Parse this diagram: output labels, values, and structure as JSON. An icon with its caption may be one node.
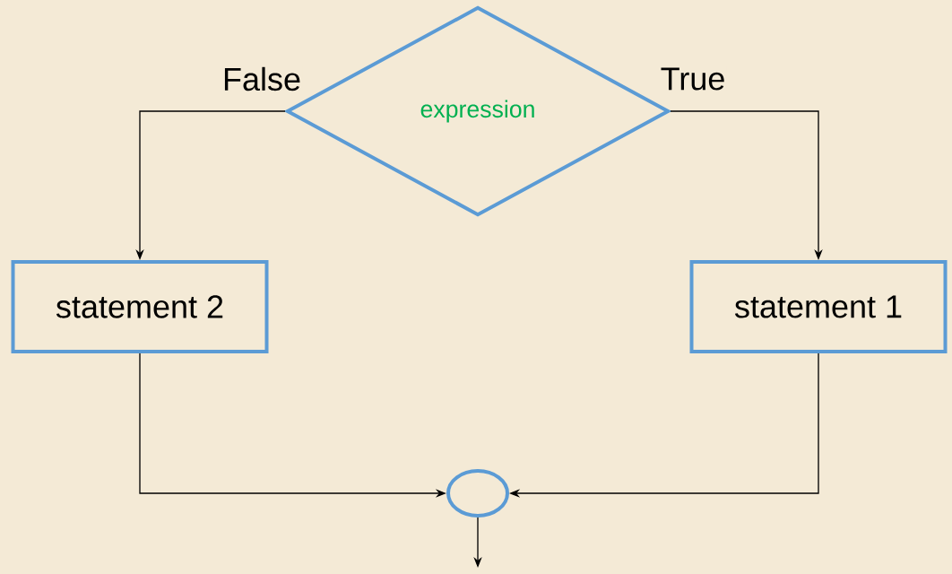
{
  "diagram": {
    "nodes": [
      {
        "text": [
          "expression"
        ]
      },
      {
        "text": [
          "statement 2"
        ]
      },
      {
        "text": [
          "statement 1"
        ]
      },
      {
        "text": [],
        "shape": "circle"
      }
    ],
    "edges": [
      {
        "from": 0,
        "to": 1,
        "arrow": "to",
        "label": "False"
      },
      {
        "from": 0,
        "to": 2,
        "arrow": "to",
        "label": "True"
      },
      {
        "from": 1,
        "to": 3,
        "arrow": "to"
      },
      {
        "from": 2,
        "to": 3,
        "arrow": "to"
      },
      {
        "from": 3,
        "to": null,
        "arrow": "to"
      }
    ]
  }
}
